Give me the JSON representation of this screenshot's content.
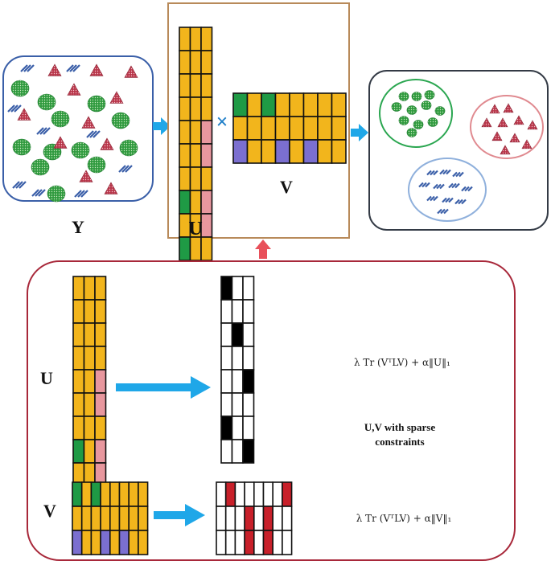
{
  "labels": {
    "Y": "Y",
    "U_top": "U",
    "V_top": "V",
    "times": "×",
    "U_bottom": "U",
    "V_bottom": "V"
  },
  "formulas": {
    "u_reg": "λ Tr (VᵀLV) + α‖U‖₁",
    "v_reg": "λ Tr (VᵀLV) + α‖V‖₁"
  },
  "note": {
    "line1": "U,V with sparse",
    "line2": "constraints"
  },
  "colors": {
    "orange": "#f2b51c",
    "pink": "#e8979e",
    "green": "#1f9a45",
    "purple": "#7b6fd0",
    "black": "#000000",
    "red": "#c8202a",
    "arrow_blue": "#1fa7e8",
    "arrow_red": "#e8505a",
    "y_border": "#3a5fa8",
    "uv_border": "#b88a5a",
    "out_border": "#333a45",
    "bottom_border": "#a8283a",
    "cluster_green": "#2aa650",
    "cluster_pink": "#e08a90",
    "cluster_blue": "#8fb0dc"
  },
  "matrices": {
    "U": [
      [
        "o",
        "o",
        "o"
      ],
      [
        "o",
        "o",
        "o"
      ],
      [
        "o",
        "o",
        "o"
      ],
      [
        "o",
        "o",
        "o"
      ],
      [
        "o",
        "o",
        "p"
      ],
      [
        "o",
        "o",
        "p"
      ],
      [
        "o",
        "o",
        "o"
      ],
      [
        "g",
        "o",
        "p"
      ],
      [
        "o",
        "o",
        "p"
      ],
      [
        "g",
        "o",
        "o"
      ]
    ],
    "V": [
      [
        "g",
        "o",
        "g",
        "o",
        "o",
        "o",
        "o",
        "o"
      ],
      [
        "o",
        "o",
        "o",
        "o",
        "o",
        "o",
        "o",
        "o"
      ],
      [
        "u",
        "o",
        "o",
        "u",
        "o",
        "u",
        "o",
        "o"
      ]
    ],
    "U_bin": [
      [
        "k",
        "w",
        "w"
      ],
      [
        "w",
        "w",
        "w"
      ],
      [
        "w",
        "k",
        "w"
      ],
      [
        "w",
        "w",
        "w"
      ],
      [
        "w",
        "w",
        "k"
      ],
      [
        "w",
        "w",
        "w"
      ],
      [
        "k",
        "w",
        "w"
      ],
      [
        "w",
        "w",
        "k"
      ]
    ],
    "V_bin": [
      [
        "w",
        "r",
        "w",
        "w",
        "w",
        "w",
        "w",
        "r"
      ],
      [
        "w",
        "w",
        "w",
        "r",
        "w",
        "r",
        "w",
        "w"
      ],
      [
        "w",
        "w",
        "w",
        "r",
        "w",
        "r",
        "w",
        "w"
      ]
    ]
  }
}
